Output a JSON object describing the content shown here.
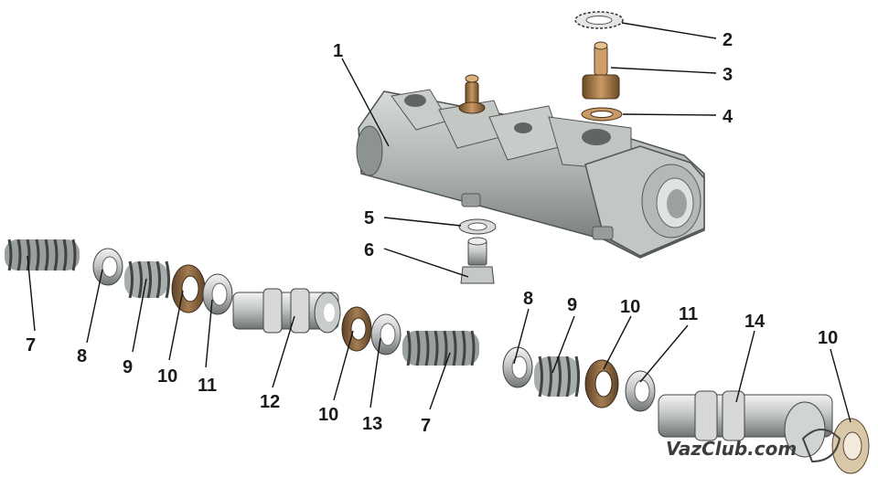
{
  "figure": {
    "parts": [
      {
        "id": "1",
        "label": "1"
      },
      {
        "id": "2",
        "label": "2"
      },
      {
        "id": "3",
        "label": "3"
      },
      {
        "id": "4",
        "label": "4"
      },
      {
        "id": "5",
        "label": "5"
      },
      {
        "id": "6",
        "label": "6"
      },
      {
        "id": "7",
        "label": "7"
      },
      {
        "id": "8",
        "label": "8"
      },
      {
        "id": "9",
        "label": "9"
      },
      {
        "id": "10",
        "label": "10"
      },
      {
        "id": "11",
        "label": "11"
      },
      {
        "id": "12",
        "label": "12"
      },
      {
        "id": "13",
        "label": "13"
      },
      {
        "id": "14",
        "label": "14"
      }
    ],
    "watermark": "VazClub.com",
    "colors": {
      "metal": "#b9bdbb",
      "body": "#a9b0ac",
      "brass": "#9a7346",
      "seal": "#8b6a45",
      "text": "#1a1a1a"
    }
  }
}
